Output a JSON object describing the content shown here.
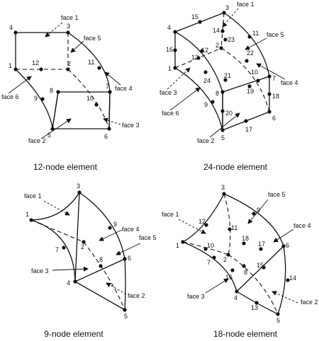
{
  "captions": {
    "p1": "12-node element",
    "p2": "24-node element",
    "p3": "9-node element",
    "p4": "18-node element"
  },
  "face_labels": {
    "face1": "face 1",
    "face2": "face 2",
    "face3": "face 3",
    "face4": "face 4",
    "face5": "face 5",
    "face6": "face 6"
  },
  "node_numbers": [
    "1",
    "2",
    "3",
    "4",
    "5",
    "6",
    "7",
    "8",
    "9",
    "10",
    "11",
    "12",
    "13",
    "14",
    "15",
    "16",
    "17",
    "18",
    "19",
    "20",
    "21",
    "22",
    "23",
    "24"
  ]
}
